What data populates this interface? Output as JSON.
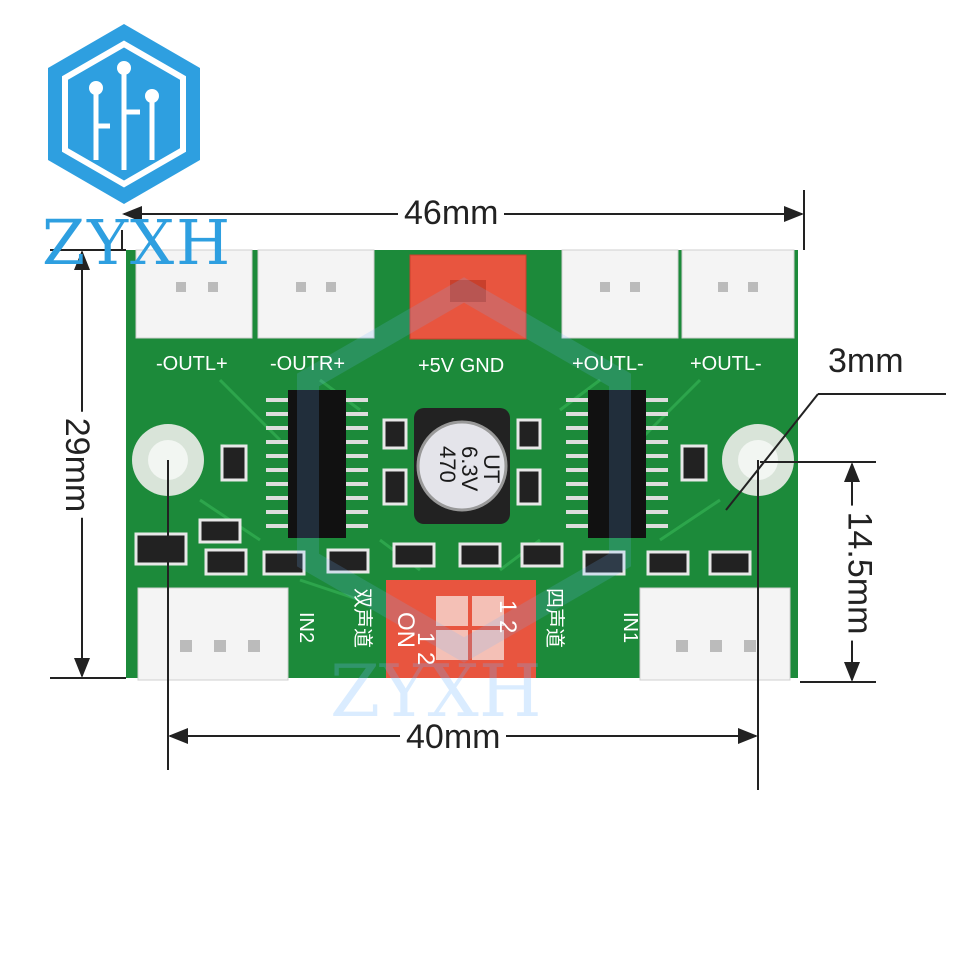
{
  "brand": {
    "name": "ZYXH",
    "watermark": "ZYXH",
    "color": "#2e9fe0"
  },
  "dimensions": {
    "width": "46mm",
    "height": "29mm",
    "hole_spacing": "40mm",
    "hole_diameter": "3mm",
    "hole_offset": "14.5mm"
  },
  "board": {
    "color": "#1c8a3a",
    "connectors_top": [
      "-OUTL+",
      "-OUTR+",
      "+5V GND",
      "+OUTL-",
      "+OUTL-"
    ],
    "connectors_bottom": [
      "IN2",
      "IN1"
    ],
    "capacitor": {
      "line1": "470",
      "line2": "6.3V",
      "line3": "UT"
    },
    "dip_switch": {
      "on_label": "ON",
      "numbers_a": "1 2",
      "numbers_b": "1 2"
    },
    "silk_left": "双声道",
    "silk_right": "四声道"
  }
}
